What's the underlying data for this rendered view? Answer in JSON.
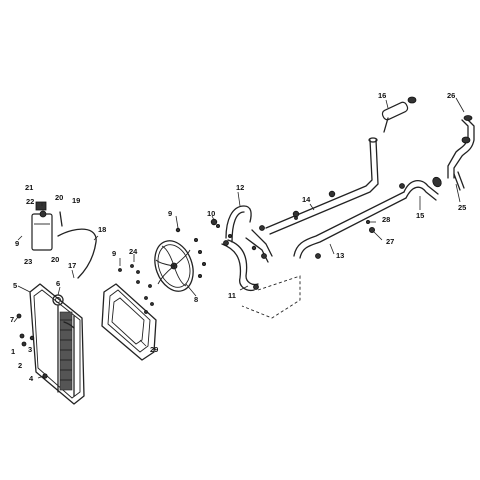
{
  "callouts": [
    {
      "id": "1",
      "label": "1"
    },
    {
      "id": "2",
      "label": "2"
    },
    {
      "id": "3",
      "label": "3"
    },
    {
      "id": "4",
      "label": "4"
    },
    {
      "id": "5",
      "label": "5"
    },
    {
      "id": "6",
      "label": "6"
    },
    {
      "id": "7",
      "label": "7"
    },
    {
      "id": "8",
      "label": "8"
    },
    {
      "id": "9a",
      "label": "9"
    },
    {
      "id": "9b",
      "label": "9"
    },
    {
      "id": "9c",
      "label": "9"
    },
    {
      "id": "10",
      "label": "10"
    },
    {
      "id": "11",
      "label": "11"
    },
    {
      "id": "12",
      "label": "12"
    },
    {
      "id": "13",
      "label": "13"
    },
    {
      "id": "14",
      "label": "14"
    },
    {
      "id": "15",
      "label": "15"
    },
    {
      "id": "16",
      "label": "16"
    },
    {
      "id": "17",
      "label": "17"
    },
    {
      "id": "18",
      "label": "18"
    },
    {
      "id": "19",
      "label": "19"
    },
    {
      "id": "20a",
      "label": "20"
    },
    {
      "id": "20b",
      "label": "20"
    },
    {
      "id": "21",
      "label": "21"
    },
    {
      "id": "22",
      "label": "22"
    },
    {
      "id": "23",
      "label": "23"
    },
    {
      "id": "24",
      "label": "24"
    },
    {
      "id": "25",
      "label": "25"
    },
    {
      "id": "26",
      "label": "26"
    },
    {
      "id": "27",
      "label": "27"
    },
    {
      "id": "28",
      "label": "28"
    },
    {
      "id": "29",
      "label": "29"
    }
  ]
}
